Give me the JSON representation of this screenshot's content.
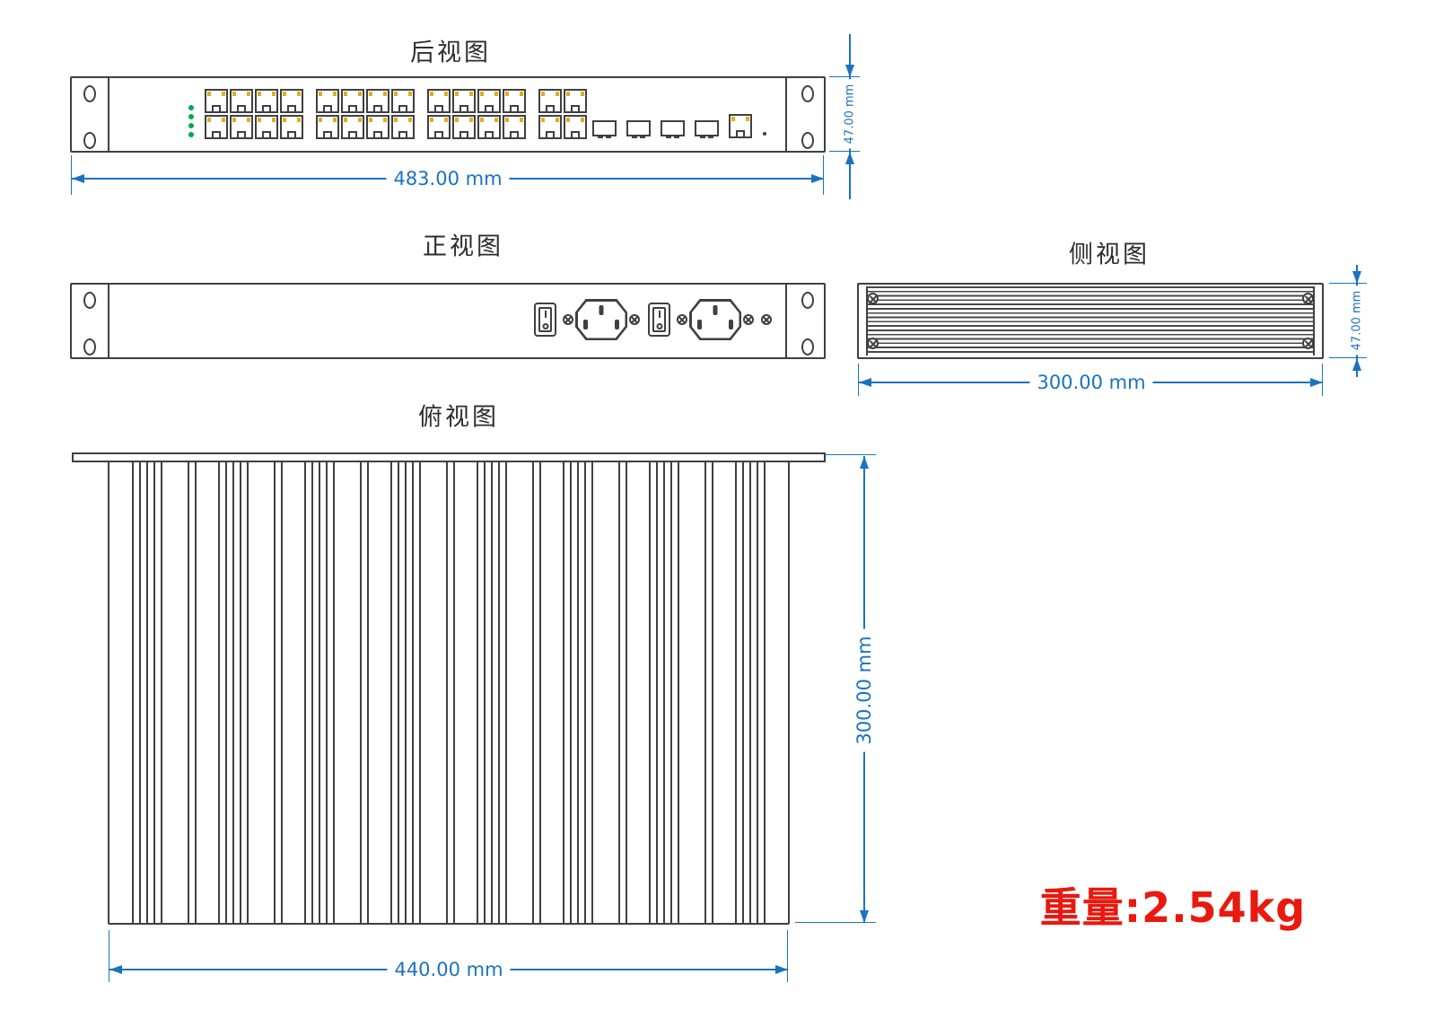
{
  "drawing": {
    "views": {
      "rear": {
        "title": "后视图",
        "width_label": "483.00 mm",
        "height_label": "47.00 mm"
      },
      "front": {
        "title": "正视图"
      },
      "side": {
        "title": "侧视图",
        "depth_label": "300.00 mm",
        "height_label": "47.00 mm"
      },
      "top": {
        "title": "俯视图",
        "depth_label": "300.00 mm",
        "width_label": "440.00 mm"
      }
    },
    "weight_label": "重量:2.54kg",
    "rear_panel": {
      "led_count": 4,
      "port_rows": 2,
      "port_groups": [
        4,
        4,
        4,
        2
      ],
      "sfp_count": 4,
      "console_count": 1
    },
    "colors": {
      "dimension_blue": "#1a73c0",
      "outline_dark": "#3f3f44",
      "led_green": "#00a84f",
      "contact_yellow": "#d9b021",
      "weight_red": "#e8190f"
    }
  }
}
